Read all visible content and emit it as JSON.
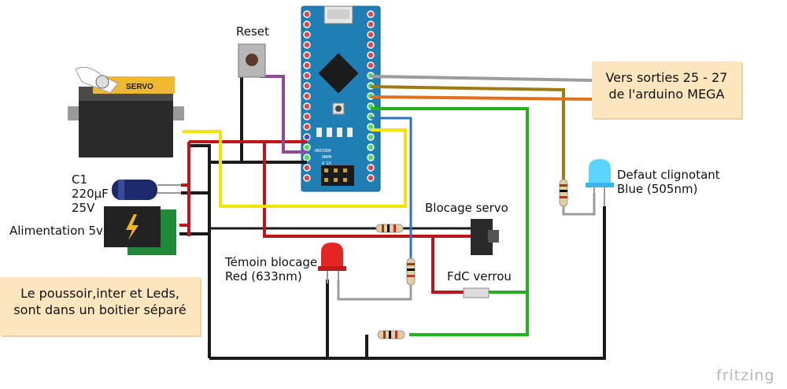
{
  "components": {
    "reset_label": "Reset",
    "capacitor_label_1": "C1",
    "capacitor_label_2": "220µF",
    "capacitor_label_3": "25V",
    "power_label": "Alimentation 5v",
    "servo_text": "SERVO",
    "blocage_servo_label": "Blocage servo",
    "temoin_label_1": "Témoin blocage",
    "temoin_label_2": "Red (633nm)",
    "fdc_label": "FdC verrou",
    "defaut_label_1": "Defaut clignotant",
    "defaut_label_2": "Blue (505nm)",
    "arduino_line_1": "ARDUINO",
    "arduino_line_2": "NANO",
    "arduino_line_3": "V3.0"
  },
  "notes": {
    "vers_sorties_1": "Vers sorties 25 - 27",
    "vers_sorties_2": "de l'arduino MEGA",
    "poussoir_1": "Le poussoir,inter et Leds,",
    "poussoir_2": "sont dans un boitier séparé"
  },
  "brand": "fritzing",
  "colors": {
    "board_blue": "#1f7fb4",
    "wire_black": "#1a1a1a",
    "wire_red": "#c0141a",
    "wire_yellow": "#f2e600",
    "wire_green": "#22b21e",
    "wire_blue": "#2b73c7",
    "wire_orange": "#e0701c",
    "wire_olive": "#a07a12",
    "wire_gray": "#9c9c9c",
    "wire_purple": "#8e4b9a",
    "note_bg": "#fde5bd"
  }
}
